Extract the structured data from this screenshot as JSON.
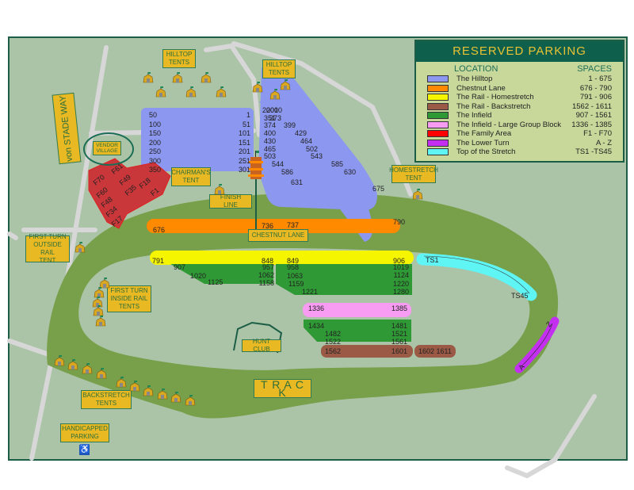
{
  "legend": {
    "title": "RESERVED PARKING",
    "col_location": "LOCATION",
    "col_spaces": "SPACES",
    "rows": [
      {
        "name": "The Hilltop",
        "range": "1 -  675",
        "color": "#8c97ef"
      },
      {
        "name": "Chestnut Lane",
        "range": "676 -  790",
        "color": "#ff8a00"
      },
      {
        "name": "The Rail - Homestretch",
        "range": "791 -  906",
        "color": "#f5f500"
      },
      {
        "name": "The Rail - Backstretch",
        "range": "1562 - 1611",
        "color": "#9a5a45"
      },
      {
        "name": "The Infield",
        "range": "907 - 1561",
        "color": "#2f9a35"
      },
      {
        "name": "The Infield - Large Group Block",
        "range": "1336 - 1385",
        "color": "#f79cf2"
      },
      {
        "name": "The Family Area",
        "range": "F1 -  F70",
        "color": "#ff0000"
      },
      {
        "name": "The Lower Turn",
        "range": "A -    Z",
        "color": "#c32ef0"
      },
      {
        "name": "Top of the Stretch",
        "range": "TS1 -TS45",
        "color": "#5ff5f5"
      }
    ]
  },
  "labels": {
    "von_stade_way": "von STADE WAY",
    "hilltop_tents_1": [
      "HILLTOP",
      "TENTS"
    ],
    "hilltop_tents_2": [
      "HILLTOP",
      "TENTS"
    ],
    "vendor_village": [
      "VENDOR",
      "VILLAGE"
    ],
    "chairmans_tent": [
      "CHAIRMAN'S",
      "TENT"
    ],
    "finish_line": "FINISH LINE",
    "homestretch_tent": [
      "HOMESTRETCH",
      "TENT"
    ],
    "chestnut_lane": "CHESTNUT  LANE",
    "first_turn_outside": [
      "FIRST TURN",
      "OUTSIDE RAIL",
      "TENT"
    ],
    "first_turn_inside": [
      "FIRST TURN",
      "INSIDE RAIL",
      "TENTS"
    ],
    "hunt_club": "HUNT CLUB",
    "track": "T R A C K",
    "backstretch_tents": [
      "BACKSTRETCH",
      "TENTS"
    ],
    "handicapped_parking": [
      "HANDICAPPED",
      "PARKING"
    ]
  },
  "lots": {
    "hilltop_left": [
      [
        "50",
        "1"
      ],
      [
        "100",
        "51"
      ],
      [
        "150",
        "101"
      ],
      [
        "200",
        "151"
      ],
      [
        "250",
        "201"
      ],
      [
        "300",
        "251"
      ],
      [
        "350",
        "301"
      ]
    ],
    "hilltop_right": [
      [
        "2000",
        "2010"
      ],
      [
        "351",
        "373"
      ],
      [
        "374",
        "399"
      ],
      [
        "400",
        "429"
      ],
      [
        "430",
        "464"
      ],
      [
        "465",
        "502"
      ],
      [
        "503",
        "543"
      ],
      [
        "544",
        "585"
      ],
      [
        "586",
        "630"
      ],
      [
        "631",
        "675"
      ]
    ],
    "family": [
      "F70",
      "F61",
      "F60",
      "F49",
      "F48",
      "F35",
      "F34",
      "F18",
      "F17",
      "F1"
    ],
    "chestnut": [
      "676",
      "736",
      "737",
      "790"
    ],
    "homestretch": [
      "791",
      "848",
      "849",
      "906"
    ],
    "infield_left": [
      [
        "907",
        "957"
      ],
      [
        "1020",
        "1062"
      ],
      [
        "1125",
        "1158"
      ]
    ],
    "infield_right": [
      [
        "958",
        "1019"
      ],
      [
        "1063",
        "1124"
      ],
      [
        "1159",
        "1220"
      ],
      [
        "1221",
        "1280"
      ]
    ],
    "group_block": [
      "1336",
      "1385"
    ],
    "infield_lower": [
      [
        "1434",
        "1481"
      ],
      [
        "1482",
        "1521"
      ],
      [
        "1522",
        "1561"
      ]
    ],
    "backstretch": [
      "1562",
      "1601",
      "1602 1611"
    ],
    "top_stretch": [
      "TS1",
      "TS45"
    ],
    "lower_turn": [
      "A",
      "Z"
    ]
  },
  "colors": {
    "background": "#abc4a8",
    "track": "#789f4a",
    "road": "#d7d7d7",
    "border": "#1b5e45",
    "label_fill": "#e8b923"
  }
}
